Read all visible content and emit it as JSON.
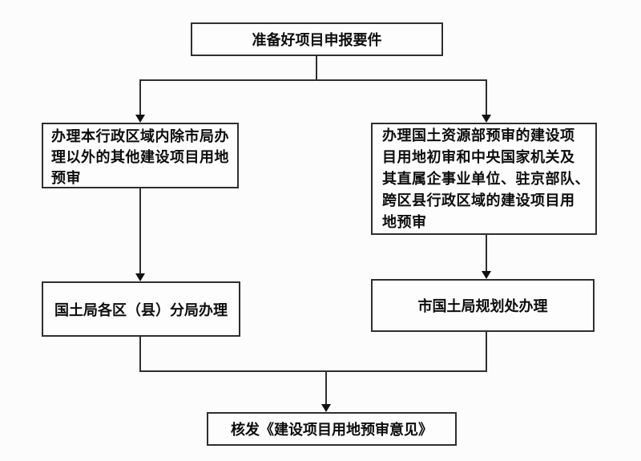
{
  "colors": {
    "background": "#fcfcfc",
    "box_border": "#2f2f2f",
    "connector": "#2f2f2f",
    "text": "#0d0d0d"
  },
  "flowchart": {
    "nodes": {
      "start": {
        "label": "准备好项目申报要件"
      },
      "left_branch": {
        "label": "办理本行政区域内除市局办理以外的其他建设项目用地预审",
        "lines": [
          "办理本行政区域内除市局办",
          "理以外的其他建设项目用地",
          "预审"
        ]
      },
      "right_branch": {
        "label": "办理国土资源部预审的建设项目用地初审和中央国家机关及其直属企事业单位、驻京部队、跨区县行政区域的建设项目用地预审",
        "lines": [
          "办理国土资源部预审的建设项",
          "目用地初审和中央国家机关及",
          "其直属企事业单位、驻京部队、",
          "跨区县行政区域的建设项目用",
          "地预审"
        ]
      },
      "left_office": {
        "label": "国土局各区（县）分局办理"
      },
      "right_office": {
        "label": "市国土局规划处办理"
      },
      "result": {
        "label": "核发《建设项目用地预审意见》"
      }
    },
    "edges": [
      "start -> left_branch",
      "start -> right_branch",
      "left_branch -> left_office",
      "right_branch -> right_office",
      "left_office -> result",
      "right_office -> result"
    ]
  }
}
